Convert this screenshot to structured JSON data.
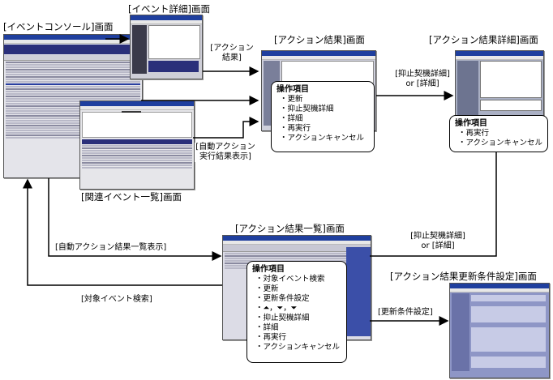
{
  "screens": {
    "event_console": "[イベントコンソール]画面",
    "event_detail": "[イベント詳細]画面",
    "action_result": "[アクション結果]画面",
    "action_result_detail": "[アクション結果詳細]画面",
    "related_events": "[関連イベント一覧]画面",
    "action_result_list": "[アクション結果一覧]画面",
    "update_condition": "[アクション結果更新条件設定]画面"
  },
  "boxes": {
    "action_result": {
      "title": "操作項目",
      "items": [
        "・更新",
        "・抑止契機詳細",
        "・詳細",
        "・再実行",
        "・アクションキャンセル"
      ]
    },
    "action_result_detail": {
      "title": "操作項目",
      "items": [
        "・再実行",
        "・アクションキャンセル"
      ]
    },
    "action_result_list": {
      "title": "操作項目",
      "items": [
        "・対象イベント検索",
        "・更新",
        "・更新条件設定",
        "・⏶，⏷，⏷",
        "・抑止契機詳細",
        "・詳細",
        "・再実行",
        "・アクションキャンセル"
      ]
    }
  },
  "arrow_labels": {
    "action_result_1": "[アクション",
    "action_result_2": "結果]",
    "suppress_detail_1": "[抑止契機詳細]",
    "suppress_detail_2": "or [詳細]",
    "auto_action_1": "[自動アクション",
    "auto_action_2": "実行結果表示]",
    "auto_action_list": "[自動アクション結果一覧表示]",
    "suppress_detail_b1": "[抑止契機詳細]",
    "suppress_detail_b2": "or [詳細]",
    "target_event_search": "[対象イベント検索]",
    "update_condition": "[更新条件設定]"
  }
}
